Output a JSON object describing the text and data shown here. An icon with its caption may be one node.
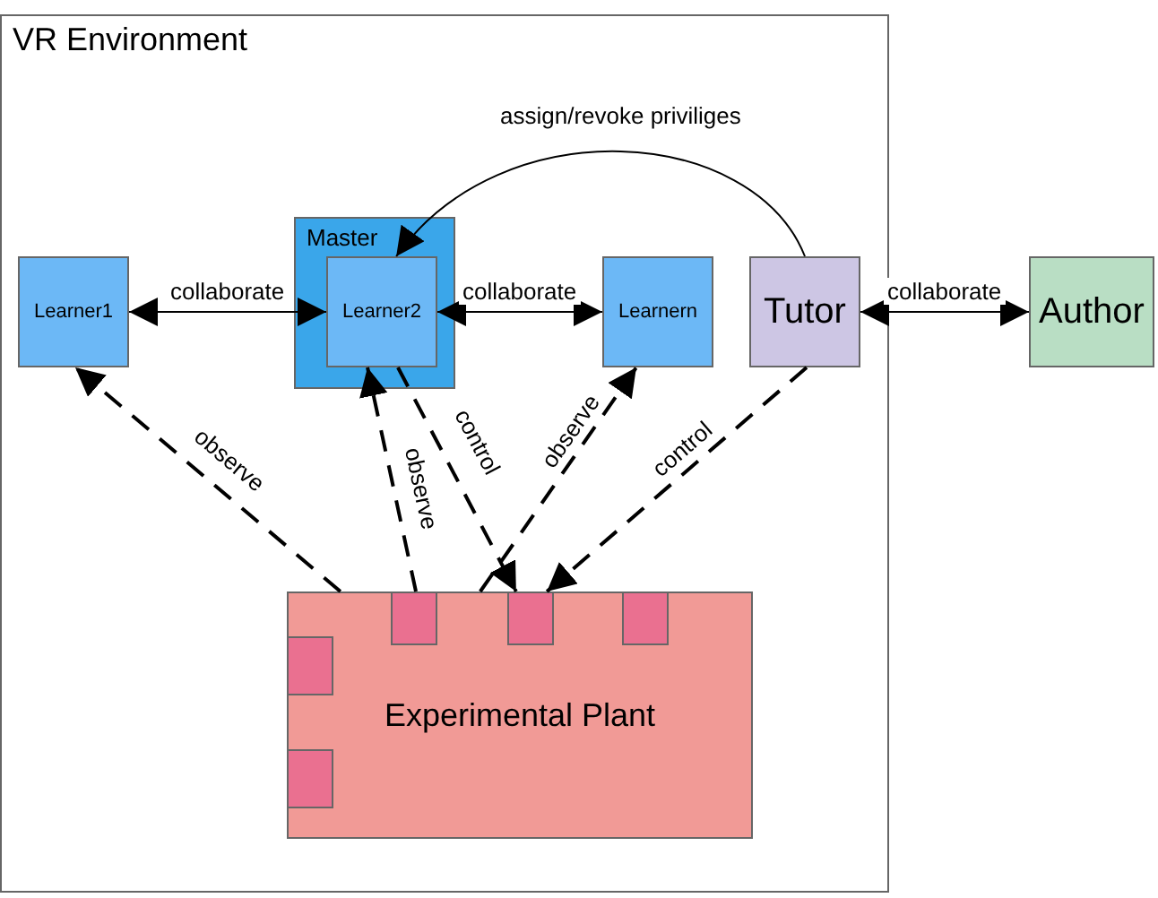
{
  "diagram": {
    "nodes": [
      {
        "text": [
          "VR Environment"
        ]
      },
      {
        "text": [
          "Learner1"
        ],
        "in": 0
      },
      {
        "text": [
          "Master"
        ],
        "in": 0
      },
      {
        "text": [
          "Learner2"
        ],
        "in": 2
      },
      {
        "text": [
          "Learnern"
        ],
        "in": 0
      },
      {
        "text": [
          "Tutor"
        ],
        "in": 0
      },
      {
        "text": [
          "Author"
        ]
      },
      {
        "text": [
          "Experimental Plant"
        ],
        "in": 0
      },
      {
        "text": [],
        "shape": "box",
        "in": 7
      },
      {
        "text": [],
        "shape": "box",
        "in": 7
      },
      {
        "text": [],
        "shape": "box",
        "in": 7
      },
      {
        "text": [],
        "shape": "box",
        "in": 7
      },
      {
        "text": [],
        "shape": "box",
        "in": 7
      }
    ],
    "edges": [
      {
        "from": 1,
        "to": 3,
        "arrow": "both",
        "label": "collaborate"
      },
      {
        "from": 3,
        "to": 4,
        "arrow": "both",
        "label": "collaborate"
      },
      {
        "from": 5,
        "to": 6,
        "arrow": "both",
        "label": "collaborate"
      },
      {
        "from": 5,
        "to": 3,
        "arrow": "to",
        "label": "assign/revoke priviliges"
      },
      {
        "from": 7,
        "to": 1,
        "arrow": "to",
        "label": "observe",
        "style": "dashed"
      },
      {
        "from": 7,
        "to": 3,
        "arrow": "to",
        "label": "observe",
        "style": "dashed"
      },
      {
        "from": 3,
        "to": 7,
        "arrow": "to",
        "label": "control",
        "style": "dashed"
      },
      {
        "from": 7,
        "to": 4,
        "arrow": "to",
        "label": "observe",
        "style": "dashed"
      },
      {
        "from": 5,
        "to": 7,
        "arrow": "to",
        "label": "control",
        "style": "dashed"
      }
    ]
  }
}
